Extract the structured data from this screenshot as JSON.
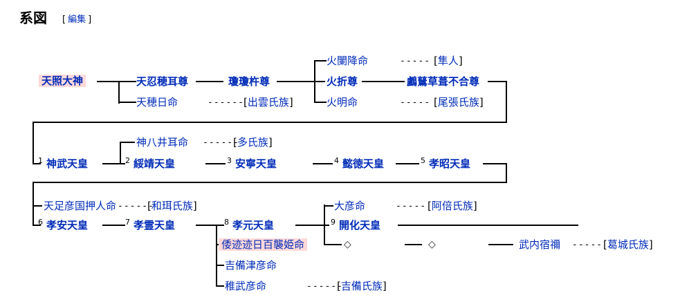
{
  "title": {
    "heading": "系図",
    "bracket_open": "[",
    "edit_label": "編集",
    "bracket_close": "]"
  },
  "symbols": {
    "diamond": "◇"
  },
  "persons": {
    "amaterasu": "天照大神",
    "oshihomimi": "天忍穂耳尊",
    "ninigi": "瓊瓊杵尊",
    "amenohohi": "天穂日命",
    "honosusori": "火闌降命",
    "hoori": "火折尊",
    "ugayafukiaezu": "鸕鶿草葺不合尊",
    "hoakari": "火明命",
    "kamuyaimimi": "神八井耳命",
    "amatarashihiko": "天足彦国押人命",
    "obiko": "大彦命",
    "momoso": "倭迹迹日百襲姫命",
    "kibitsuhiko": "吉備津彦命",
    "wakatakehiko": "稚武彦命",
    "takeuchi": "武内宿禰"
  },
  "emperors": [
    {
      "num": "1",
      "name": "神武天皇"
    },
    {
      "num": "2",
      "name": "綏靖天皇"
    },
    {
      "num": "3",
      "name": "安寧天皇"
    },
    {
      "num": "4",
      "name": "懿徳天皇"
    },
    {
      "num": "5",
      "name": "孝昭天皇"
    },
    {
      "num": "6",
      "name": "孝安天皇"
    },
    {
      "num": "7",
      "name": "孝霊天皇"
    },
    {
      "num": "8",
      "name": "孝元天皇"
    },
    {
      "num": "9",
      "name": "開化天皇"
    }
  ],
  "clans": {
    "hayato": {
      "dashes": "-----",
      "label": "隼人"
    },
    "izumo": {
      "dashes": "------",
      "label": "出雲氏族"
    },
    "owari": {
      "dashes": "-----",
      "label": "尾張氏族"
    },
    "oo": {
      "dashes": "------",
      "label": "多氏族"
    },
    "wani": {
      "dashes": "------",
      "label": "和珥氏族"
    },
    "abe": {
      "dashes": "-----",
      "label": "阿倍氏族"
    },
    "katsuragi": {
      "dashes": "-----",
      "label": "葛城氏族"
    },
    "kibi": {
      "dashes": "------",
      "label": "吉備氏族"
    }
  },
  "brackets": {
    "open": "[",
    "close": "]"
  },
  "colors": {
    "link_blue": "#002bb8",
    "highlight_pink": "#ffd9d9",
    "line_black": "#000000"
  }
}
